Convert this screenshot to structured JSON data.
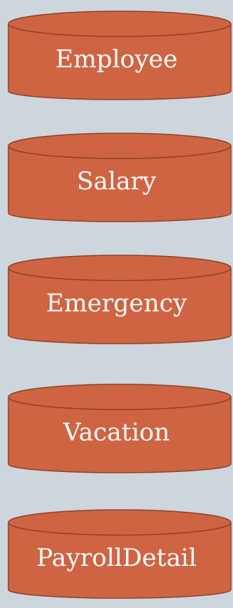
{
  "colors": {
    "background": "#cdd5dd",
    "cylinder_fill": "#cf6443",
    "cylinder_stroke": "#8f4128",
    "label": "#ffffff"
  },
  "databases": [
    {
      "label": "Employee",
      "icon": "database-cylinder-icon"
    },
    {
      "label": "Salary",
      "icon": "database-cylinder-icon"
    },
    {
      "label": "Emergency",
      "icon": "database-cylinder-icon"
    },
    {
      "label": "Vacation",
      "icon": "database-cylinder-icon"
    },
    {
      "label": "PayrollDetail",
      "icon": "database-cylinder-icon"
    }
  ]
}
